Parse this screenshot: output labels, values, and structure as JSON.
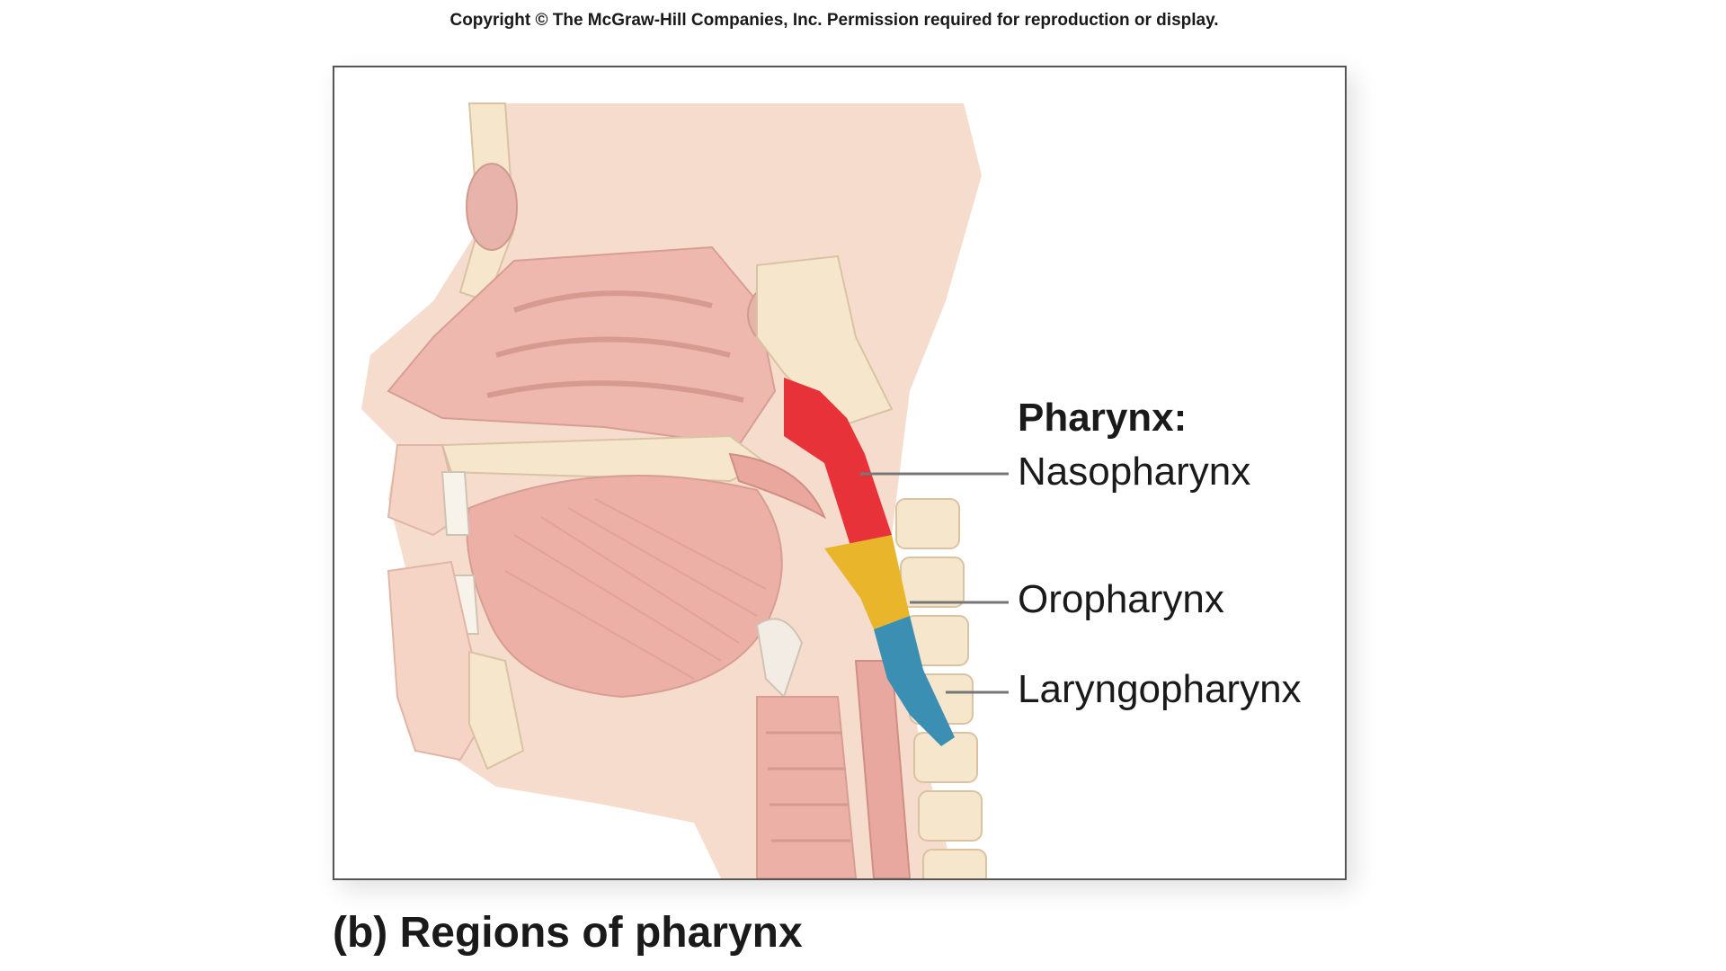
{
  "copyright": "Copyright © The McGraw-Hill Companies, Inc. Permission required for reproduction or display.",
  "diagram": {
    "heading": "Pharynx:",
    "regions": [
      {
        "label": "Nasopharynx",
        "color": "#e8323a"
      },
      {
        "label": "Oropharynx",
        "color": "#e9b52a"
      },
      {
        "label": "Laryngopharynx",
        "color": "#3b8fb2"
      }
    ],
    "colors": {
      "skin": "#f6dccd",
      "tissue": "#ecb0a7",
      "bone": "#f5e6cc",
      "leader_line": "#777777"
    }
  },
  "caption": "(b) Regions of pharynx"
}
